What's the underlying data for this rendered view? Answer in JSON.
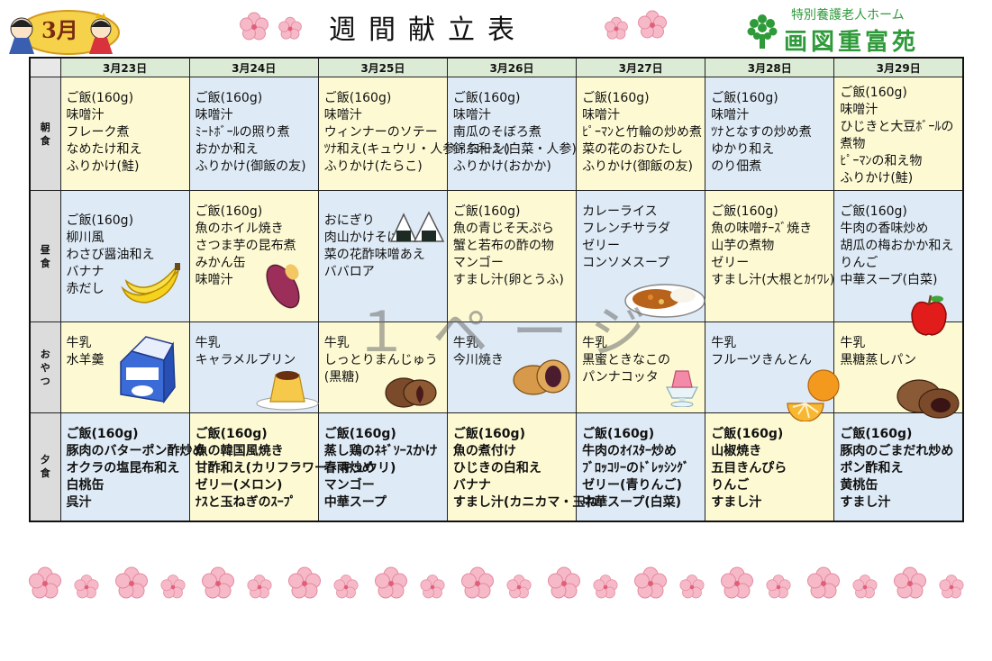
{
  "header": {
    "month": "3月",
    "title": "週間献立表",
    "facility_type": "特別養護老人ホーム",
    "facility_name": "画図重富苑"
  },
  "watermark": "１ページ",
  "meals": [
    {
      "label": "朝食"
    },
    {
      "label": "昼食"
    },
    {
      "label": "おやつ"
    },
    {
      "label": "夕食"
    }
  ],
  "days": [
    {
      "date": "3月23日",
      "breakfast": [
        "ご飯(160g)",
        "味噌汁",
        "フレーク煮",
        "なめたけ和え",
        "ふりかけ(鮭)"
      ],
      "lunch": [
        "ご飯(160g)",
        "柳川風",
        "わさび醤油和え",
        "バナナ",
        "赤だし"
      ],
      "snack": [
        "牛乳",
        "水羊羹"
      ],
      "dinner": [
        "ご飯(160g)",
        "豚肉のバターポン酢炒め",
        "オクラの塩昆布和え",
        "白桃缶",
        "呉汁"
      ]
    },
    {
      "date": "3月24日",
      "breakfast": [
        "ご飯(160g)",
        "味噌汁",
        "ﾐｰﾄﾎﾞｰﾙの照り煮",
        "おかか和え",
        "ふりかけ(御飯の友)"
      ],
      "lunch": [
        "ご飯(160g)",
        "魚のホイル焼き",
        "さつま芋の昆布煮",
        "みかん缶",
        "味噌汁"
      ],
      "snack": [
        "牛乳",
        "キャラメルプリン"
      ],
      "dinner": [
        "ご飯(160g)",
        "魚の韓国風焼き",
        "甘酢和え(カリフラワー・キュウリ)",
        "ゼリー(メロン)",
        "ﾅｽと玉ねぎのｽｰﾌﾟ"
      ]
    },
    {
      "date": "3月25日",
      "breakfast": [
        "ご飯(160g)",
        "味噌汁",
        "ウィンナーのソテー",
        "ﾂﾅ和え(キュウリ・人参・コーン)",
        "ふりかけ(たらこ)"
      ],
      "lunch": [
        "おにぎり",
        "肉山かけそば",
        "菜の花酢味噌あえ",
        "ババロア"
      ],
      "snack": [
        "牛乳",
        "しっとりまんじゅう",
        "(黒糖)"
      ],
      "dinner": [
        "ご飯(160g)",
        "蒸し鶏のﾈｷﾞｿｰｽかけ",
        "春雨炒め",
        "マンゴー",
        "中華スープ"
      ]
    },
    {
      "date": "3月26日",
      "breakfast": [
        "ご飯(160g)",
        "味噌汁",
        "南瓜のそぼろ煮",
        "錦糸和え(白菜・人参)",
        "ふりかけ(おかか)"
      ],
      "lunch": [
        "ご飯(160g)",
        "魚の青じそ天ぷら",
        "蟹と若布の酢の物",
        "マンゴー",
        "すまし汁(卵とうふ)"
      ],
      "snack": [
        "牛乳",
        "今川焼き"
      ],
      "dinner": [
        "ご飯(160g)",
        "魚の煮付け",
        "ひじきの白和え",
        "バナナ",
        "すまし汁(カニカマ・玉ね"
      ]
    },
    {
      "date": "3月27日",
      "breakfast": [
        "ご飯(160g)",
        "味噌汁",
        "ﾋﾟｰﾏﾝと竹輪の炒め煮",
        "菜の花のおひたし",
        "ふりかけ(御飯の友)"
      ],
      "lunch": [
        "カレーライス",
        "フレンチサラダ",
        "ゼリー",
        "コンソメスープ"
      ],
      "snack": [
        "牛乳",
        "黒蜜ときなこの",
        "パンナコッタ"
      ],
      "dinner": [
        "ご飯(160g)",
        "牛肉のｵｲｽﾀｰ炒め",
        "ﾌﾞﾛｯｺﾘｰのﾄﾞﾚｯｼﾝｸﾞ",
        "ゼリー(青りんご)",
        "中華スープ(白菜)"
      ]
    },
    {
      "date": "3月28日",
      "breakfast": [
        "ご飯(160g)",
        "味噌汁",
        "ﾂﾅとなすの炒め煮",
        "ゆかり和え",
        "のり佃煮"
      ],
      "lunch": [
        "ご飯(160g)",
        "魚の味噌ﾁｰｽﾞ焼き",
        "山芋の煮物",
        "ゼリー",
        "すまし汁(大根とｶｲﾜﾚ)"
      ],
      "snack": [
        "牛乳",
        "フルーツきんとん"
      ],
      "dinner": [
        "ご飯(160g)",
        "山椒焼き",
        "五目きんぴら",
        "りんご",
        "すまし汁"
      ]
    },
    {
      "date": "3月29日",
      "breakfast": [
        "ご飯(160g)",
        "味噌汁",
        "ひじきと大豆ﾎﾞｰﾙの",
        "煮物",
        "ﾋﾟｰﾏﾝの和え物",
        "ふりかけ(鮭)"
      ],
      "lunch": [
        "ご飯(160g)",
        "牛肉の香味炒め",
        "胡瓜の梅おかか和え",
        "りんご",
        "中華スープ(白菜)"
      ],
      "snack": [
        "牛乳",
        "黒糖蒸しパン"
      ],
      "dinner": [
        "ご飯(160g)",
        "豚肉のごまだれ炒め",
        "ポン酢和え",
        "黄桃缶",
        "すまし汁"
      ]
    }
  ],
  "colors": {
    "yellow_cell": "#fdfad3",
    "blue_cell": "#deeaf5",
    "header_green": "#dcebd5",
    "logo_green": "#2f9a3a",
    "blossom_pink": "#f6b9c8"
  },
  "icons": [
    "cherry-blossom-icon",
    "hina-doll-icon",
    "tree-logo-icon",
    "banana-icon",
    "sweet-potato-icon",
    "onigiri-icon",
    "curry-rice-icon",
    "apple-icon",
    "milk-carton-icon",
    "pudding-icon",
    "manju-icon",
    "imagawayaki-icon",
    "jelly-icon",
    "orange-icon",
    "steamed-bun-icon"
  ]
}
